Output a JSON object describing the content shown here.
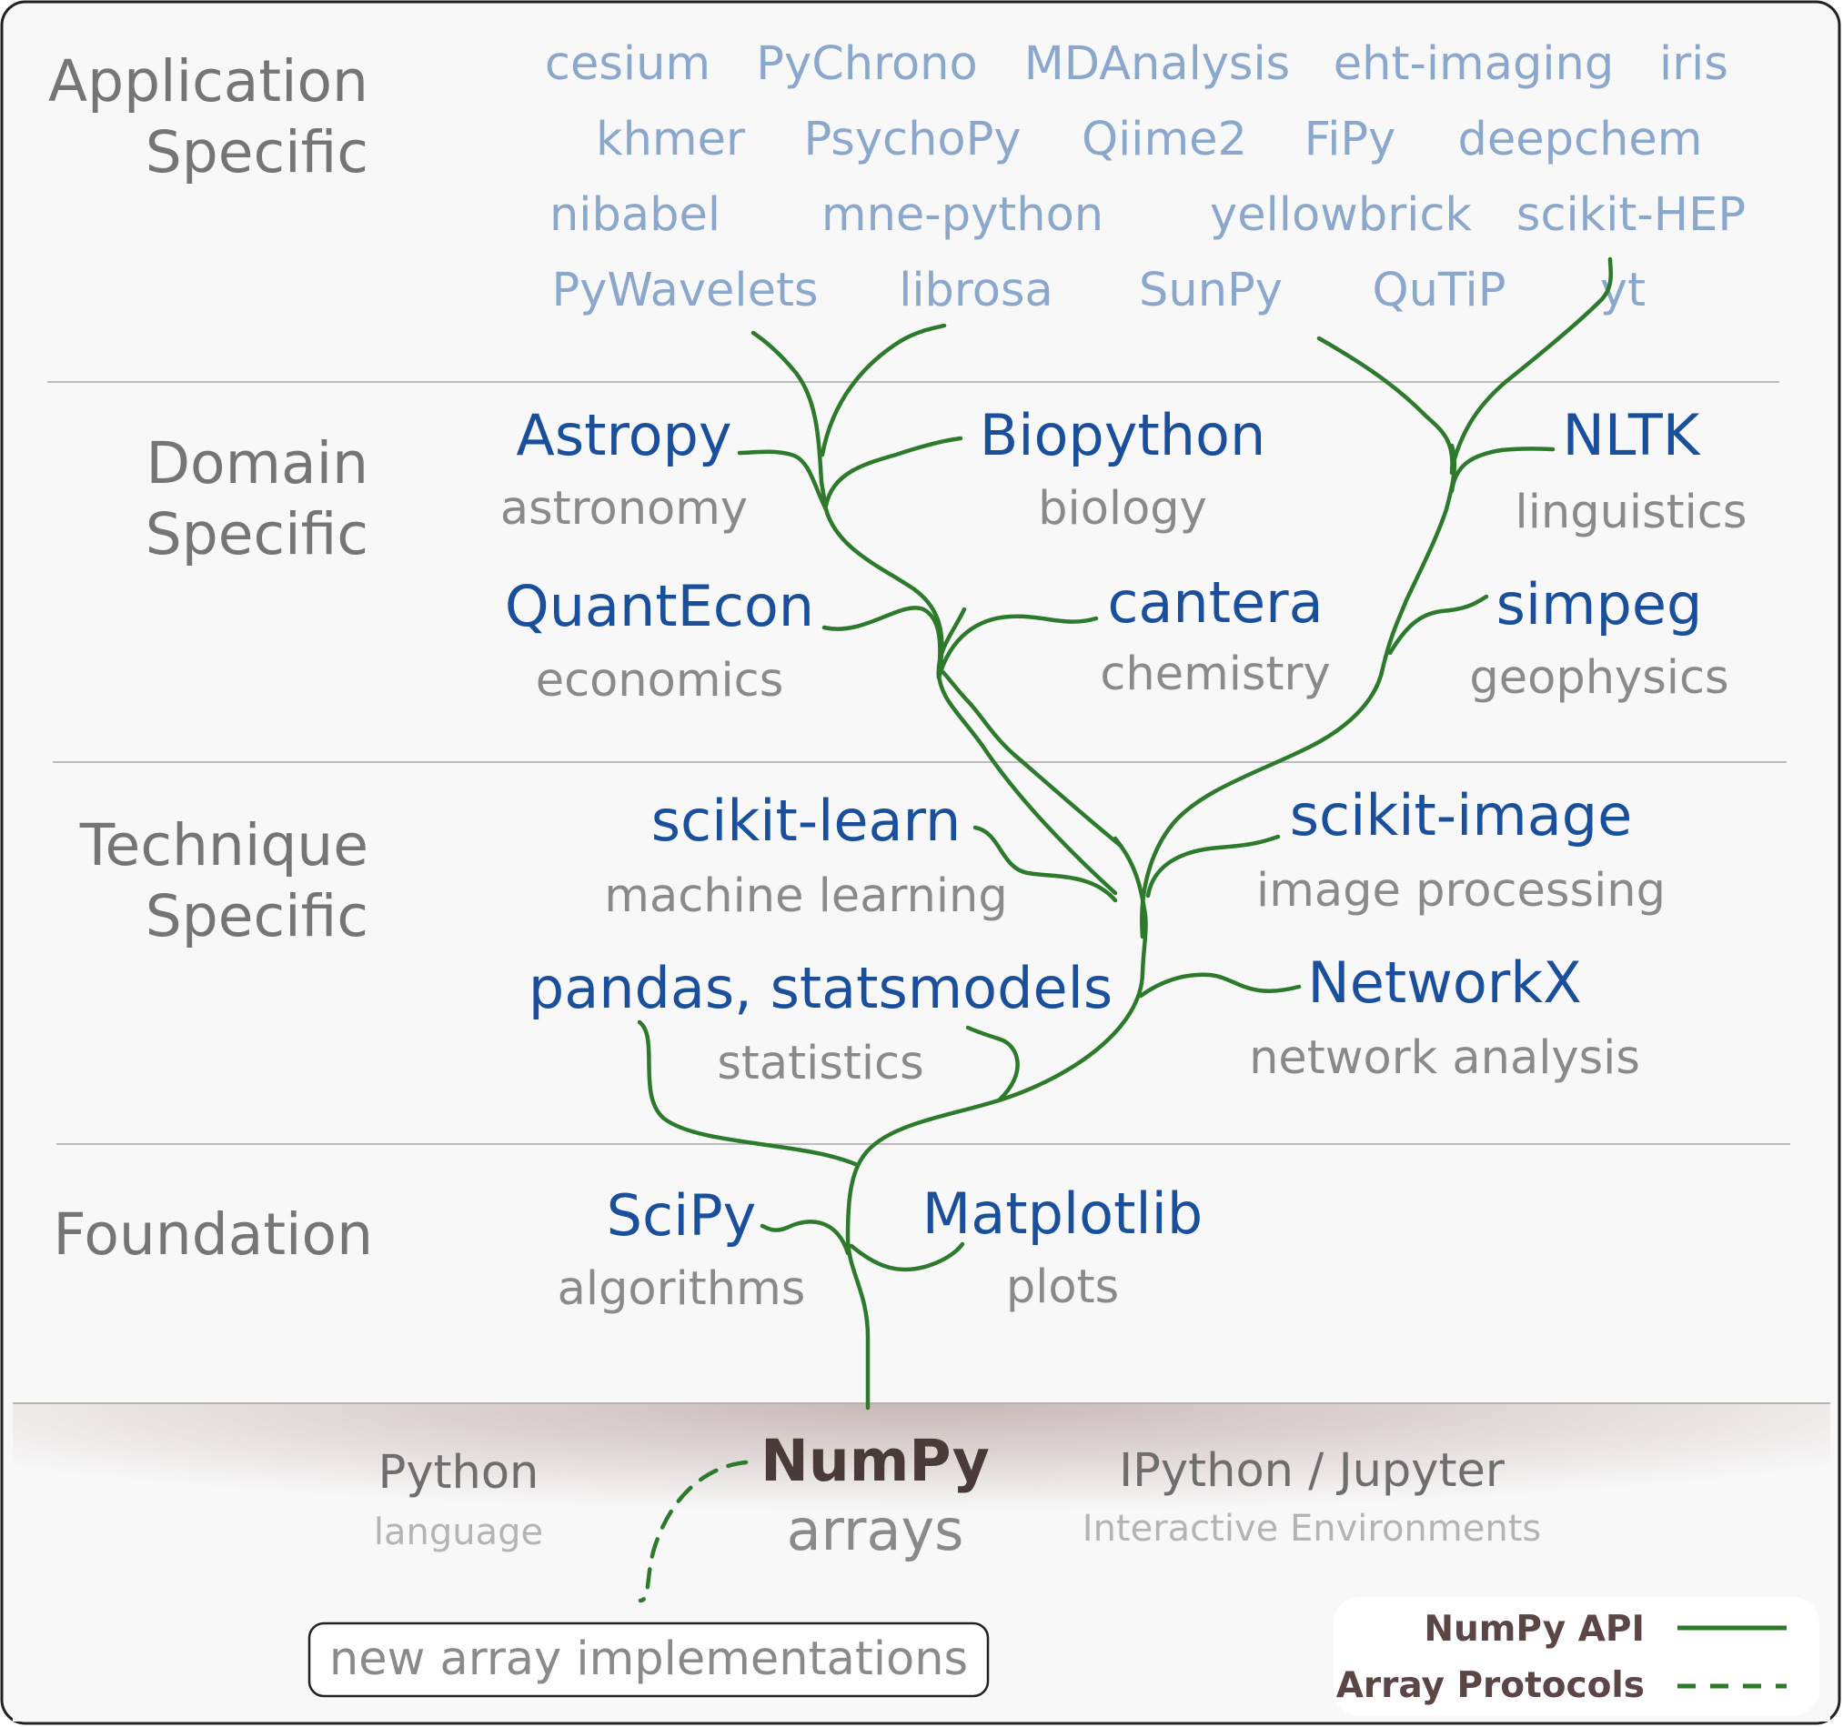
{
  "tiers": {
    "application": [
      "Application",
      "Specific"
    ],
    "domain": [
      "Domain",
      "Specific"
    ],
    "technique": [
      "Technique",
      "Specific"
    ],
    "foundation": "Foundation"
  },
  "application_packages": [
    [
      "cesium",
      "PyChrono",
      "MDAnalysis",
      "eht-imaging",
      "iris"
    ],
    [
      "khmer",
      "PsychoPy",
      "Qiime2",
      "FiPy",
      "deepchem"
    ],
    [
      "nibabel",
      "mne-python",
      "yellowbrick",
      "scikit-HEP"
    ],
    [
      "PyWavelets",
      "librosa",
      "SunPy",
      "QuTiP",
      "yt"
    ]
  ],
  "domain_packages": {
    "astropy": {
      "name": "Astropy",
      "desc": "astronomy"
    },
    "biopython": {
      "name": "Biopython",
      "desc": "biology"
    },
    "nltk": {
      "name": "NLTK",
      "desc": "linguistics"
    },
    "quantecon": {
      "name": "QuantEcon",
      "desc": "economics"
    },
    "cantera": {
      "name": "cantera",
      "desc": "chemistry"
    },
    "simpeg": {
      "name": "simpeg",
      "desc": "geophysics"
    }
  },
  "technique_packages": {
    "sklearn": {
      "name": "scikit-learn",
      "desc": "machine learning"
    },
    "skimage": {
      "name": "scikit-image",
      "desc": "image processing"
    },
    "pandas": {
      "name": "pandas, statsmodels",
      "desc": "statistics"
    },
    "networkx": {
      "name": "NetworkX",
      "desc": "network analysis"
    }
  },
  "foundation_packages": {
    "scipy": {
      "name": "SciPy",
      "desc": "algorithms"
    },
    "matplotlib": {
      "name": "Matplotlib",
      "desc": "plots"
    }
  },
  "base": {
    "python": {
      "name": "Python",
      "desc": "language"
    },
    "numpy": {
      "name": "NumPy",
      "desc": "arrays"
    },
    "ipython": {
      "name": "IPython / Jupyter",
      "desc": "Interactive Environments"
    },
    "new_arrays": "new array implementations"
  },
  "legend": {
    "api": "NumPy API",
    "protocols": "Array Protocols"
  },
  "colors": {
    "branch": "#2d7a2d",
    "app_text": "#8ba7cb",
    "lib_text": "#1a4f9c",
    "tier_text": "#757575"
  }
}
